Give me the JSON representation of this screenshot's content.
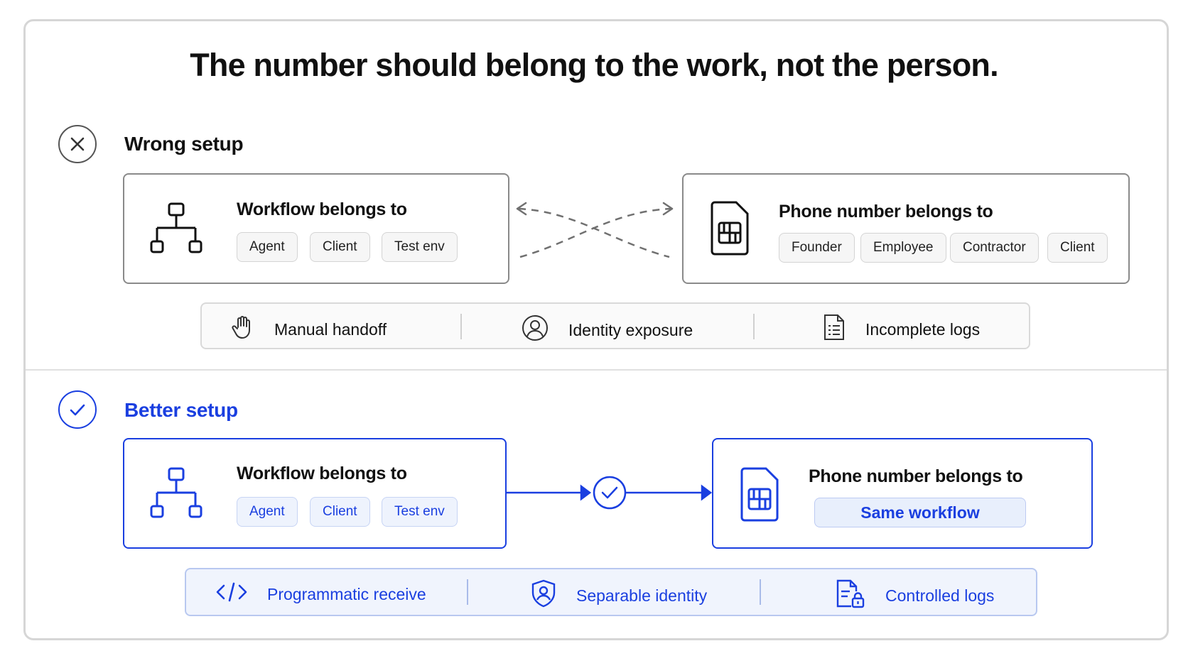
{
  "title": "The number should belong to the work, not the person.",
  "colors": {
    "accent": "#1a3fe0",
    "neutral_border": "#8a8a8a",
    "neutral_icon": "#555555"
  },
  "wrong": {
    "label": "Wrong setup",
    "status_icon": "x-circle-icon",
    "workflow_box": {
      "title": "Workflow belongs to",
      "icon": "workflow-hierarchy-icon",
      "chips": [
        "Agent",
        "Client",
        "Test env"
      ]
    },
    "phone_box": {
      "title": "Phone number belongs to",
      "icon": "sim-card-icon",
      "chips": [
        "Founder",
        "Employee",
        "Contractor",
        "Client"
      ]
    },
    "connector": "crossed-dashed-arrows",
    "issues": [
      {
        "label": "Manual handoff",
        "icon": "hand-icon"
      },
      {
        "label": "Identity exposure",
        "icon": "user-circle-icon"
      },
      {
        "label": "Incomplete logs",
        "icon": "document-list-icon"
      }
    ]
  },
  "better": {
    "label": "Better setup",
    "status_icon": "check-circle-icon",
    "workflow_box": {
      "title": "Workflow belongs to",
      "icon": "workflow-hierarchy-icon",
      "chips": [
        "Agent",
        "Client",
        "Test env"
      ]
    },
    "phone_box": {
      "title": "Phone number belongs to",
      "icon": "sim-card-icon",
      "chip": "Same workflow"
    },
    "connector": "arrow-with-check",
    "benefits": [
      {
        "label": "Programmatic receive",
        "icon": "code-icon"
      },
      {
        "label": "Separable identity",
        "icon": "shield-user-icon"
      },
      {
        "label": "Controlled logs",
        "icon": "document-lock-icon"
      }
    ]
  }
}
